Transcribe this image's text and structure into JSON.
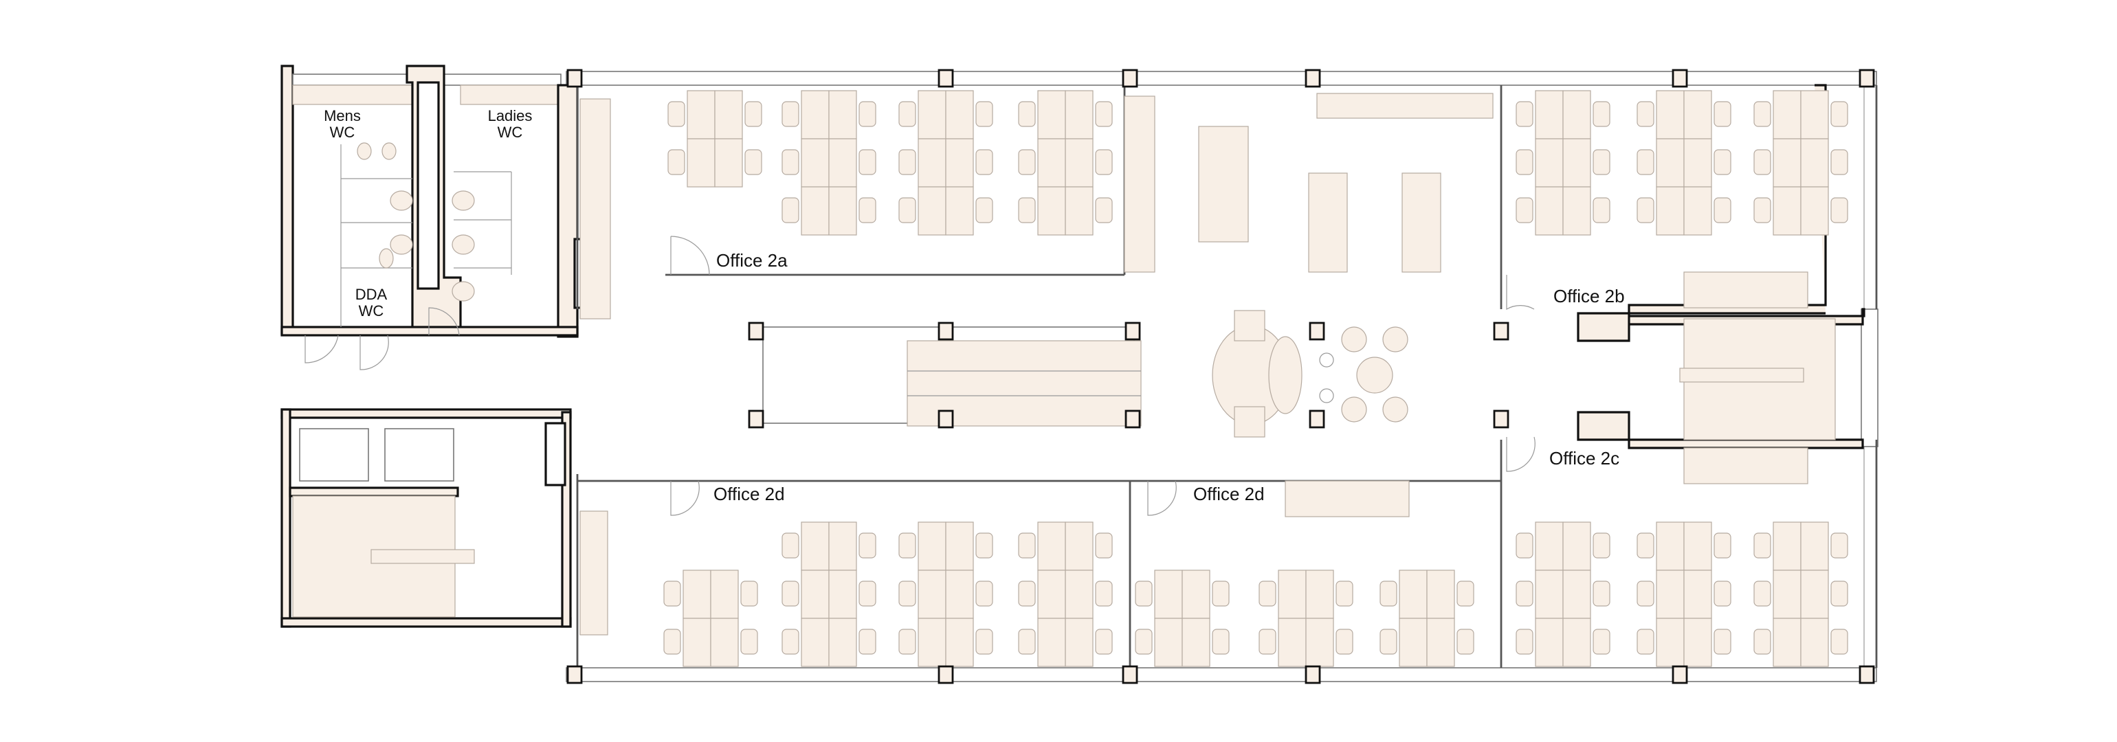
{
  "plan": {
    "rooms": {
      "mens_wc": [
        "Mens",
        "WC"
      ],
      "ladies_wc": [
        "Ladies",
        "WC"
      ],
      "dda_wc": [
        "DDA",
        "WC"
      ],
      "office_2a": "Office 2a",
      "office_2b": "Office 2b",
      "office_2c": "Office 2c",
      "office_2d_left": "Office 2d",
      "office_2d_right": "Office 2d"
    },
    "colors": {
      "furniture": "#f8efe6",
      "wall": "#111111"
    }
  }
}
